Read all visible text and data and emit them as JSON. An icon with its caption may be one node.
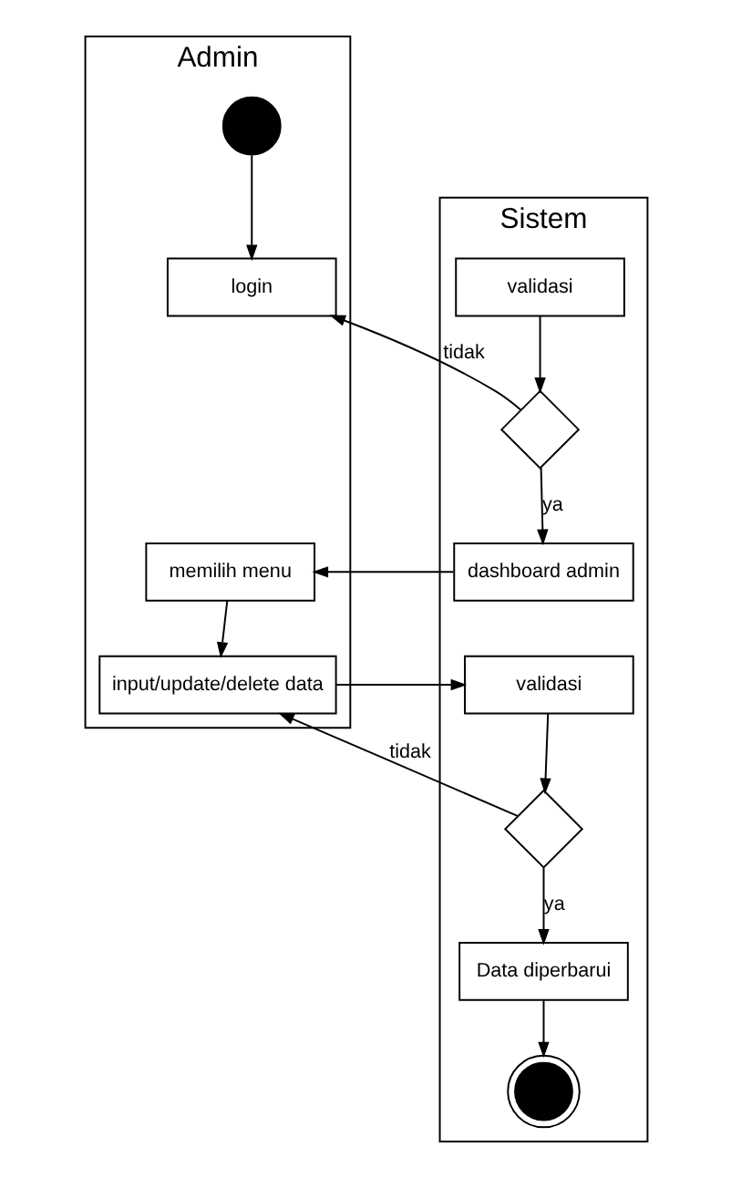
{
  "diagram": {
    "nodes": [
      {
        "text": [
          "Admin"
        ]
      },
      {
        "text": [
          "Sistem"
        ]
      },
      {
        "text": [],
        "shape": "circle",
        "in": 0
      },
      {
        "text": [
          "login"
        ],
        "in": 0
      },
      {
        "text": [
          "validasi"
        ],
        "in": 1
      },
      {
        "text": [],
        "shape": "diamond",
        "in": 1
      },
      {
        "text": [
          "memilih menu"
        ],
        "in": 0
      },
      {
        "text": [
          "dashboard admin"
        ],
        "in": 1
      },
      {
        "text": [
          "input/update/delete data"
        ],
        "in": 0
      },
      {
        "text": [
          "validasi"
        ],
        "in": 1
      },
      {
        "text": [],
        "shape": "diamond",
        "in": 1
      },
      {
        "text": [
          "Data diperbarui"
        ],
        "in": 1
      },
      {
        "text": [],
        "shape": "bullseye",
        "in": 1
      }
    ],
    "edges": [
      {
        "from": 2,
        "to": 3,
        "arrow": "to"
      },
      {
        "from": 4,
        "to": 5,
        "arrow": "to"
      },
      {
        "from": 5,
        "to": 3,
        "arrow": "to",
        "label": "tidak"
      },
      {
        "from": 5,
        "to": 7,
        "arrow": "to",
        "label": "ya"
      },
      {
        "from": 7,
        "to": 6,
        "arrow": "to"
      },
      {
        "from": 6,
        "to": 8,
        "arrow": "to"
      },
      {
        "from": 8,
        "to": 9,
        "arrow": "to"
      },
      {
        "from": 9,
        "to": 10,
        "arrow": "to"
      },
      {
        "from": 10,
        "to": 8,
        "arrow": "to",
        "label": "tidak"
      },
      {
        "from": 10,
        "to": 11,
        "arrow": "to",
        "label": "ya"
      },
      {
        "from": 11,
        "to": 12,
        "arrow": "to"
      }
    ]
  }
}
